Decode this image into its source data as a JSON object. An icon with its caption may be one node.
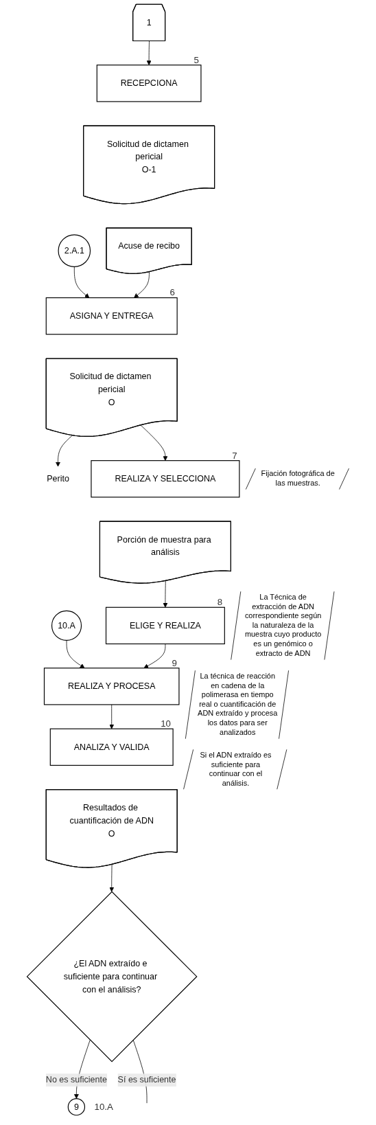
{
  "diagram": {
    "nodes": [
      {
        "text": [
          "1"
        ]
      },
      {
        "text": [
          "RECEPCIONA"
        ],
        "beside": [
          "5"
        ]
      },
      {
        "text": [
          "Solicitud de dictamen pericial",
          "O-1"
        ]
      },
      {
        "text": [
          "Acuse de recibo"
        ]
      },
      {
        "text": [
          "2.A.1"
        ]
      },
      {
        "text": [
          "ASIGNA Y ENTREGA"
        ],
        "beside": [
          "6"
        ]
      },
      {
        "text": [
          "Solicitud de dictamen pericial",
          "O"
        ]
      },
      {
        "text": [
          "Perito"
        ]
      },
      {
        "text": [
          "REALIZA Y SELECCIONA"
        ],
        "beside": [
          "7",
          "Fijación fotográfica de las muestras."
        ]
      },
      {
        "text": [
          "Porción de muestra para análisis"
        ]
      },
      {
        "text": [
          "ELIGE Y REALIZA"
        ],
        "beside": [
          "8",
          "La Técnica de extracción de ADN correspondiente según la naturaleza de la muestra cuyo producto es un genómico o extracto de ADN"
        ]
      },
      {
        "text": [
          "10.A"
        ]
      },
      {
        "text": [
          "REALIZA Y PROCESA"
        ],
        "beside": [
          "9",
          "La técnica de reacción en cadena de la polimerasa en tiempo real o cuantificación de ADN extraído y procesa los datos para ser analizados"
        ]
      },
      {
        "text": [
          "ANALIZA Y VALIDA"
        ],
        "beside": [
          "10",
          "Si el ADN extraído es suficiente para continuar con el análisis."
        ]
      },
      {
        "text": [
          "Resultados de cuantificación de ADN",
          "O"
        ]
      },
      {
        "text": [
          "¿El ADN extraído e suficiente para continuar con el análisis?"
        ]
      },
      {
        "text": [
          "9"
        ],
        "beside": [
          "10.A"
        ]
      }
    ],
    "edges": [
      {
        "from": 0,
        "to": 1,
        "arrow": "to"
      },
      {
        "from": 4,
        "to": 5,
        "arrow": "to"
      },
      {
        "from": 3,
        "to": 5,
        "arrow": "to"
      },
      {
        "from": 6,
        "to": 7,
        "arrow": "to"
      },
      {
        "from": 6,
        "to": 8,
        "arrow": "to"
      },
      {
        "from": 9,
        "to": 10,
        "arrow": "to"
      },
      {
        "from": 11,
        "to": 12,
        "arrow": "to"
      },
      {
        "from": 10,
        "to": 12,
        "arrow": "to"
      },
      {
        "from": 12,
        "to": 13,
        "arrow": "to"
      },
      {
        "from": 14,
        "to": 15,
        "arrow": "to"
      },
      {
        "from": 15,
        "to": 16,
        "arrow": "to",
        "label": "No es suficiente"
      },
      {
        "from": 15,
        "to": null,
        "arrow": "none",
        "label": "Sí es suficiente"
      }
    ]
  }
}
